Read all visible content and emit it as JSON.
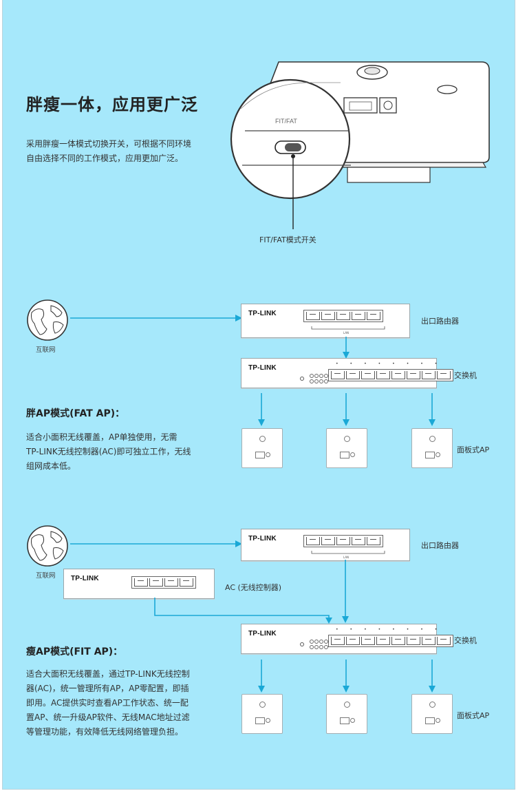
{
  "hero": {
    "title": "胖瘦一体，应用更广泛",
    "desc_line1": "采用胖瘦一体模式切换开关，可根据不同环境",
    "desc_line2": "自由选择不同的工作模式，应用更加广泛。",
    "switch_text": "FIT/FAT",
    "switch_caption": "FIT/FAT模式开关"
  },
  "fat": {
    "heading": "胖AP模式(FAT AP)：",
    "desc_line1": "适合小面积无线覆盖，AP单独使用，无需",
    "desc_line2": "TP-LINK无线控制器(AC)即可独立工作，无线",
    "desc_line3": "组网成本低。",
    "internet_label": "互联网",
    "router_label": "出口路由器",
    "switch_label": "交换机",
    "panel_label": "面板式AP"
  },
  "fit": {
    "heading": "瘦AP模式(FIT AP)：",
    "desc_line1": "适合大面积无线覆盖，通过TP-LINK无线控制",
    "desc_line2": "器(AC)，统一管理所有AP，AP零配置，即插",
    "desc_line3": "即用。AC提供实时查看AP工作状态、统一配",
    "desc_line4": "置AP、统一升级AP软件、无线MAC地址过滤",
    "desc_line5": "等管理功能，有效降低无线网络管理负担。",
    "internet_label": "互联网",
    "router_label": "出口路由器",
    "ac_label": "AC (无线控制器)",
    "switch_label": "交换机",
    "panel_label": "面板式AP"
  },
  "brand": "TP-LINK",
  "lan_label": "LAN",
  "colors": {
    "background": "#a6e8fb",
    "arrow": "#1aa8d6",
    "text": "#333333"
  }
}
